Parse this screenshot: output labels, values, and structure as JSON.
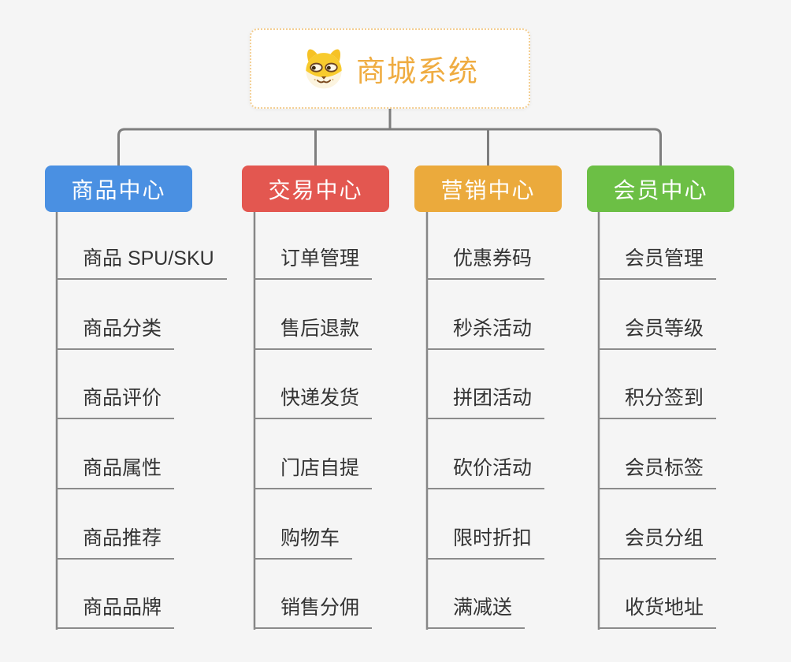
{
  "root": {
    "title": "商城系统",
    "icon": "dog-face-icon"
  },
  "branches": [
    {
      "label": "商品中心",
      "color": "#4A90E2",
      "children": [
        "商品 SPU/SKU",
        "商品分类",
        "商品评价",
        "商品属性",
        "商品推荐",
        "商品品牌"
      ]
    },
    {
      "label": "交易中心",
      "color": "#E35750",
      "children": [
        "订单管理",
        "售后退款",
        "快递发货",
        "门店自提",
        "购物车",
        "销售分佣"
      ]
    },
    {
      "label": "营销中心",
      "color": "#EBAA3C",
      "children": [
        "优惠券码",
        "秒杀活动",
        "拼团活动",
        "砍价活动",
        "限时折扣",
        "满减送"
      ]
    },
    {
      "label": "会员中心",
      "color": "#6CBF45",
      "children": [
        "会员管理",
        "会员等级",
        "积分签到",
        "会员标签",
        "会员分组",
        "收货地址"
      ]
    }
  ],
  "colors": {
    "background": "#F5F5F5",
    "root_text": "#EFAC41",
    "root_border": "#F3CE92",
    "connector": "#7E7E7E",
    "column_line": "#868686",
    "leaf_underline": "#8B8B8B",
    "leaf_text": "#333333",
    "branch_text": "#FFFFFF"
  }
}
